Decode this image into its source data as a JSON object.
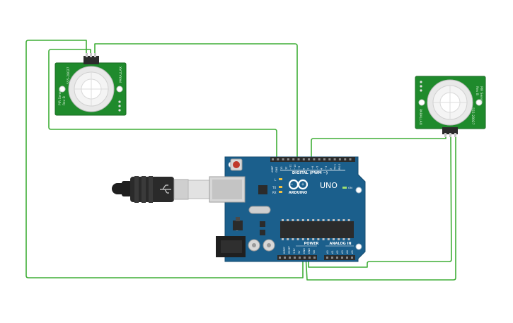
{
  "arduino": {
    "brand": "ARDUINO",
    "model": "UNO",
    "digital_header_label": "DIGITAL (PWM ~)",
    "power_label": "POWER",
    "analog_label": "ANALOG IN",
    "on_label": "ON",
    "l_label": "L",
    "tx_label": "TX",
    "rx_label": "RX",
    "aref_label": "AREF",
    "gnd_label": "GND",
    "digital_pins": [
      "13",
      "12",
      "~11",
      "~10",
      "~9",
      "8",
      "7",
      "~6",
      "~5",
      "4",
      "~3",
      "2",
      "TX 1",
      "RX 0"
    ],
    "power_pins": [
      "IOREF",
      "RESET",
      "3.3V",
      "5V",
      "GND",
      "GND",
      "Vin"
    ],
    "analog_pins": [
      "A0",
      "A1",
      "A2",
      "A3",
      "A4",
      "A5"
    ],
    "board_color": "#1b5f8c",
    "header_color": "#2b2b2b"
  },
  "pir_left": {
    "text_a": "PIR Sensor",
    "text_b": "Rev B",
    "text_c": "555-28027",
    "text_d": "PARALLAX"
  },
  "pir_right": {
    "text_a": "PIR Sensor",
    "text_b": "Rev B",
    "text_c": "555-28027",
    "text_d": "PARALLAX"
  },
  "colors": {
    "wire": "#3fae36",
    "pcb": "#1f8a2c",
    "dome": "#e8e8e8"
  }
}
